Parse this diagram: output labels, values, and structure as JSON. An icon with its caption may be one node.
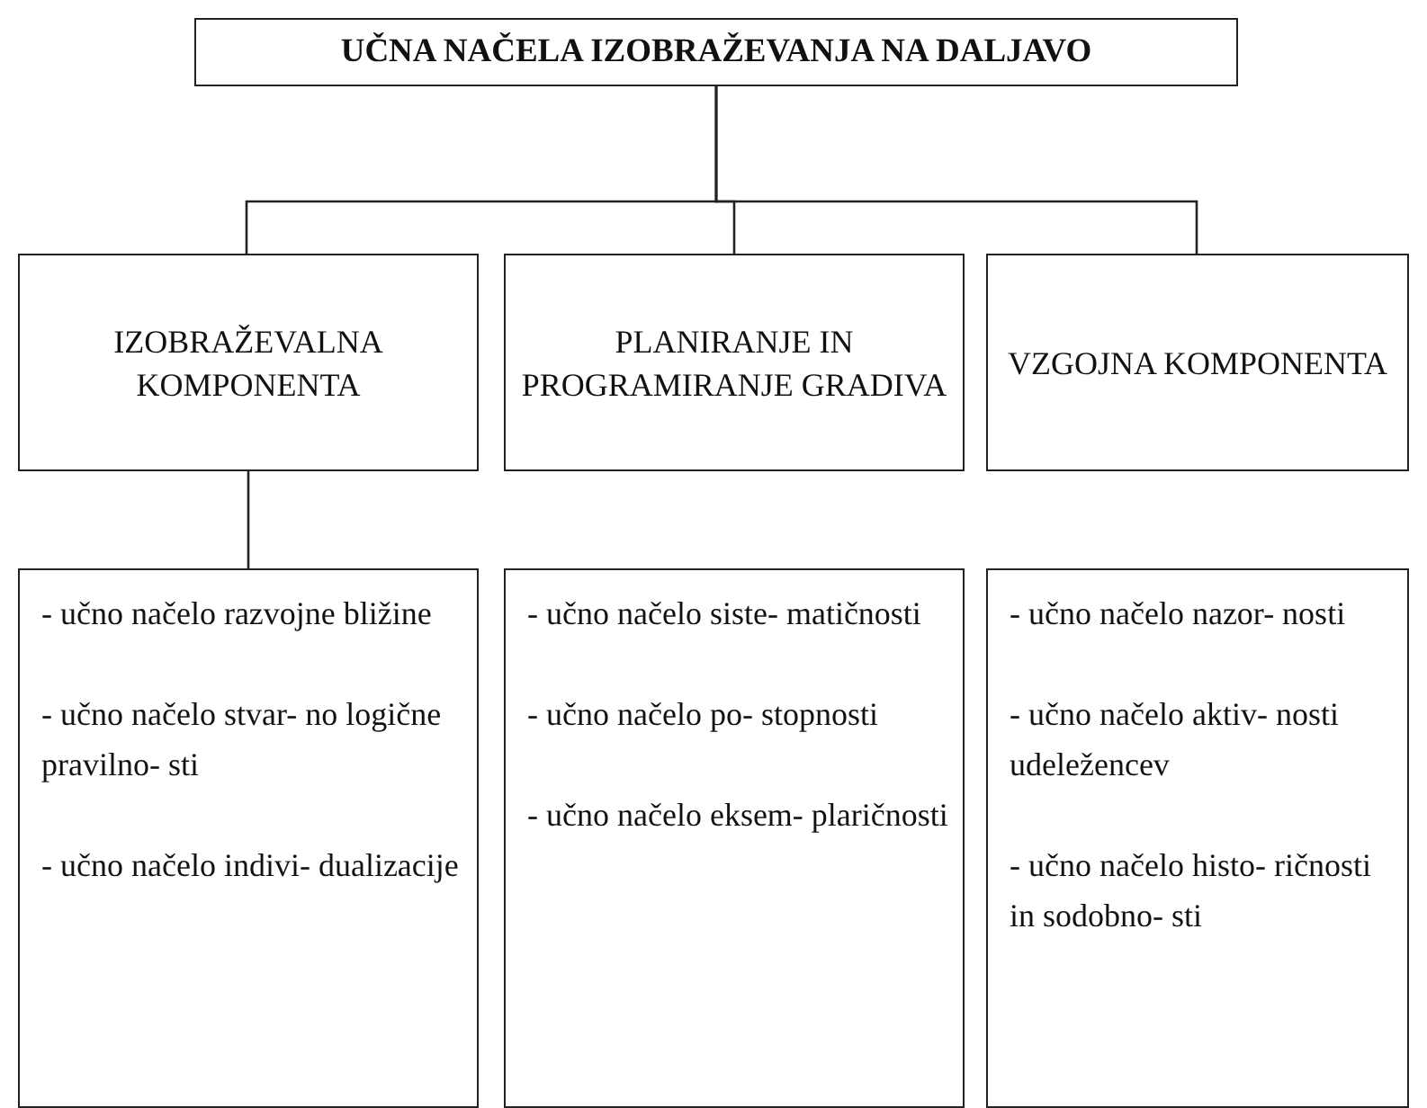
{
  "diagram": {
    "nodes": [
      {
        "text": [
          "UČNA NAČELA IZOBRAŽEVANJA NA DALJAVO"
        ]
      },
      {
        "text": [
          "IZOBRAŽEVALNA KOMPONENTA"
        ]
      },
      {
        "text": [
          "PLANIRANJE IN PROGRAMIRANJE GRADIVA"
        ]
      },
      {
        "text": [
          "VZGOJNA KOMPONENTA"
        ]
      },
      {
        "text": [
          "- učno načelo razvojne bližine",
          "- učno načelo stvar- no logične pravilno- sti",
          "- učno načelo indivi- dualizacije"
        ]
      },
      {
        "text": [
          "- učno načelo siste- matičnosti",
          "- učno načelo po- stopnosti",
          "- učno načelo eksem- plaričnosti"
        ]
      },
      {
        "text": [
          "- učno načelo nazor- nosti",
          "- učno načelo aktiv- nosti udeležencev",
          "- učno načelo histo- ričnosti in sodobno- sti"
        ]
      }
    ],
    "edges": [
      {
        "from": 0,
        "to": 1,
        "arrow": "none"
      },
      {
        "from": 0,
        "to": 2,
        "arrow": "none"
      },
      {
        "from": 0,
        "to": 3,
        "arrow": "none"
      },
      {
        "from": 1,
        "to": 4,
        "arrow": "none"
      }
    ]
  }
}
